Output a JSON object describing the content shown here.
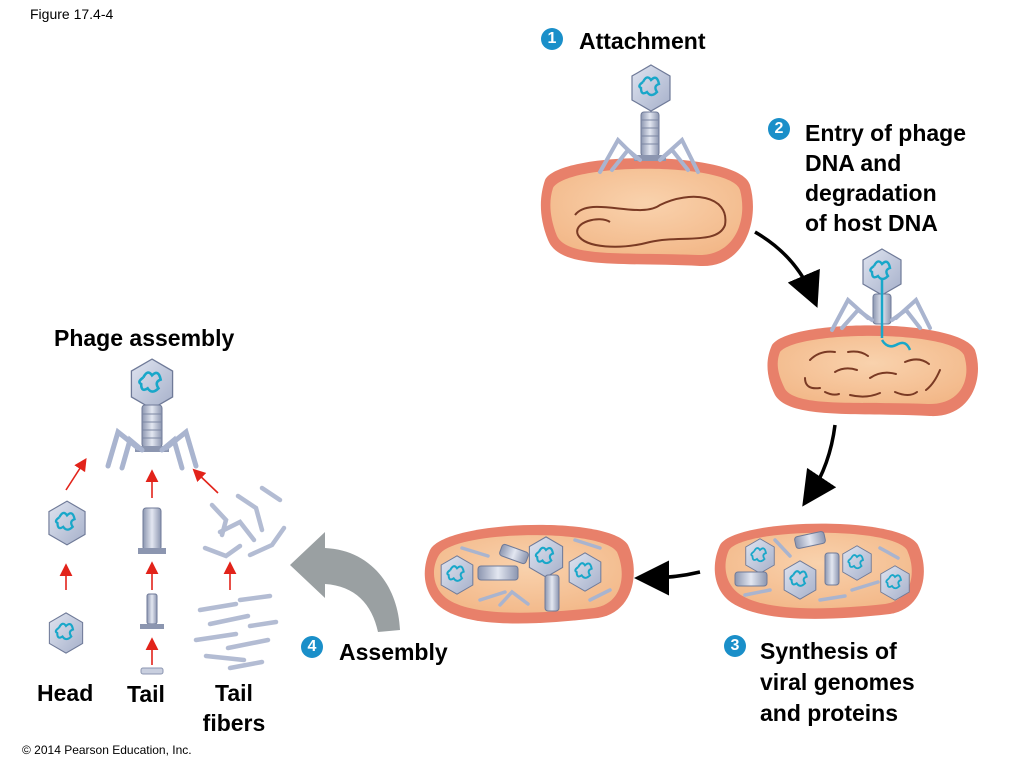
{
  "figure_label": "Figure 17.4-4",
  "copyright": "© 2014 Pearson Education, Inc.",
  "colors": {
    "step_badge": "#1a8fc9",
    "cell_wall": "#e8806a",
    "cytoplasm": "#f6c49a",
    "phage_protein": "#a9b4cf",
    "viral_dna": "#19a7c9",
    "host_dna": "#7a3a24",
    "assembly_arrow": "#9aa0a2",
    "assembly_mini_arrow": "#e2231a"
  },
  "steps": [
    {
      "number": "1",
      "lines": [
        "Attachment"
      ]
    },
    {
      "number": "2",
      "lines": [
        "Entry of phage",
        "DNA and",
        "degradation",
        "of host DNA"
      ]
    },
    {
      "number": "3",
      "lines": [
        "Synthesis of",
        "viral genomes",
        "and proteins"
      ]
    },
    {
      "number": "4",
      "lines": [
        "Assembly"
      ]
    }
  ],
  "assembly": {
    "title": "Phage assembly",
    "parts": [
      {
        "lines": [
          "Head"
        ]
      },
      {
        "lines": [
          "Tail"
        ]
      },
      {
        "lines": [
          "Tail",
          "fibers"
        ]
      }
    ]
  }
}
